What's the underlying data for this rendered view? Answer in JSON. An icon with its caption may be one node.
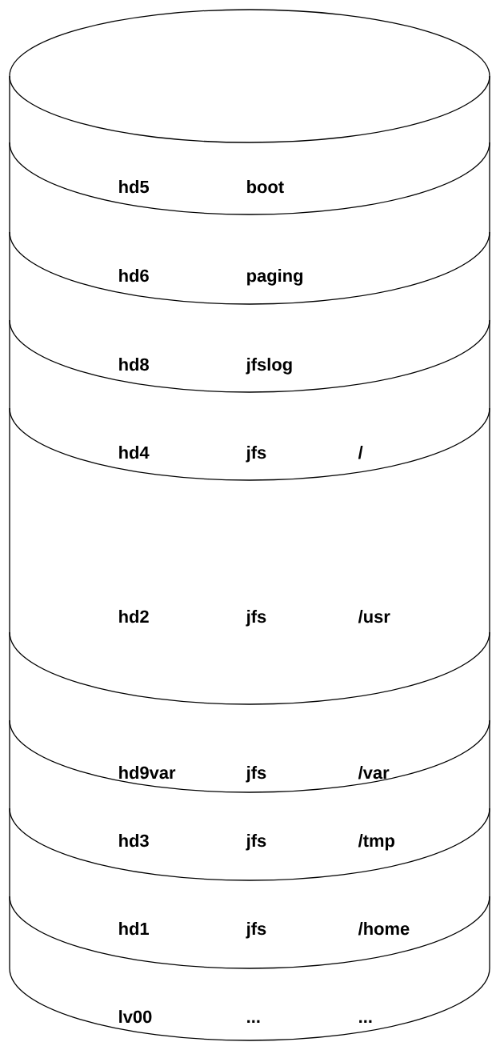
{
  "diagram": {
    "nodes": [
      {
        "text": [],
        "shape": "cylinder"
      },
      {
        "text": [
          "hd5",
          "boot"
        ],
        "in": 0
      },
      {
        "text": [
          "hd6",
          "paging"
        ],
        "in": 0
      },
      {
        "text": [
          "hd8",
          "jfslog"
        ],
        "in": 0
      },
      {
        "text": [
          "hd4",
          "jfs",
          "/"
        ],
        "in": 0
      },
      {
        "text": [
          "hd2",
          "jfs",
          "/usr"
        ],
        "in": 0
      },
      {
        "text": [
          "hd9var",
          "jfs",
          "/var"
        ],
        "in": 0
      },
      {
        "text": [
          "hd3",
          "jfs",
          "/tmp"
        ],
        "in": 0
      },
      {
        "text": [
          "hd1",
          "jfs",
          "/home"
        ],
        "in": 0
      },
      {
        "text": [
          "lv00",
          "...",
          "..."
        ],
        "in": 0
      }
    ]
  }
}
